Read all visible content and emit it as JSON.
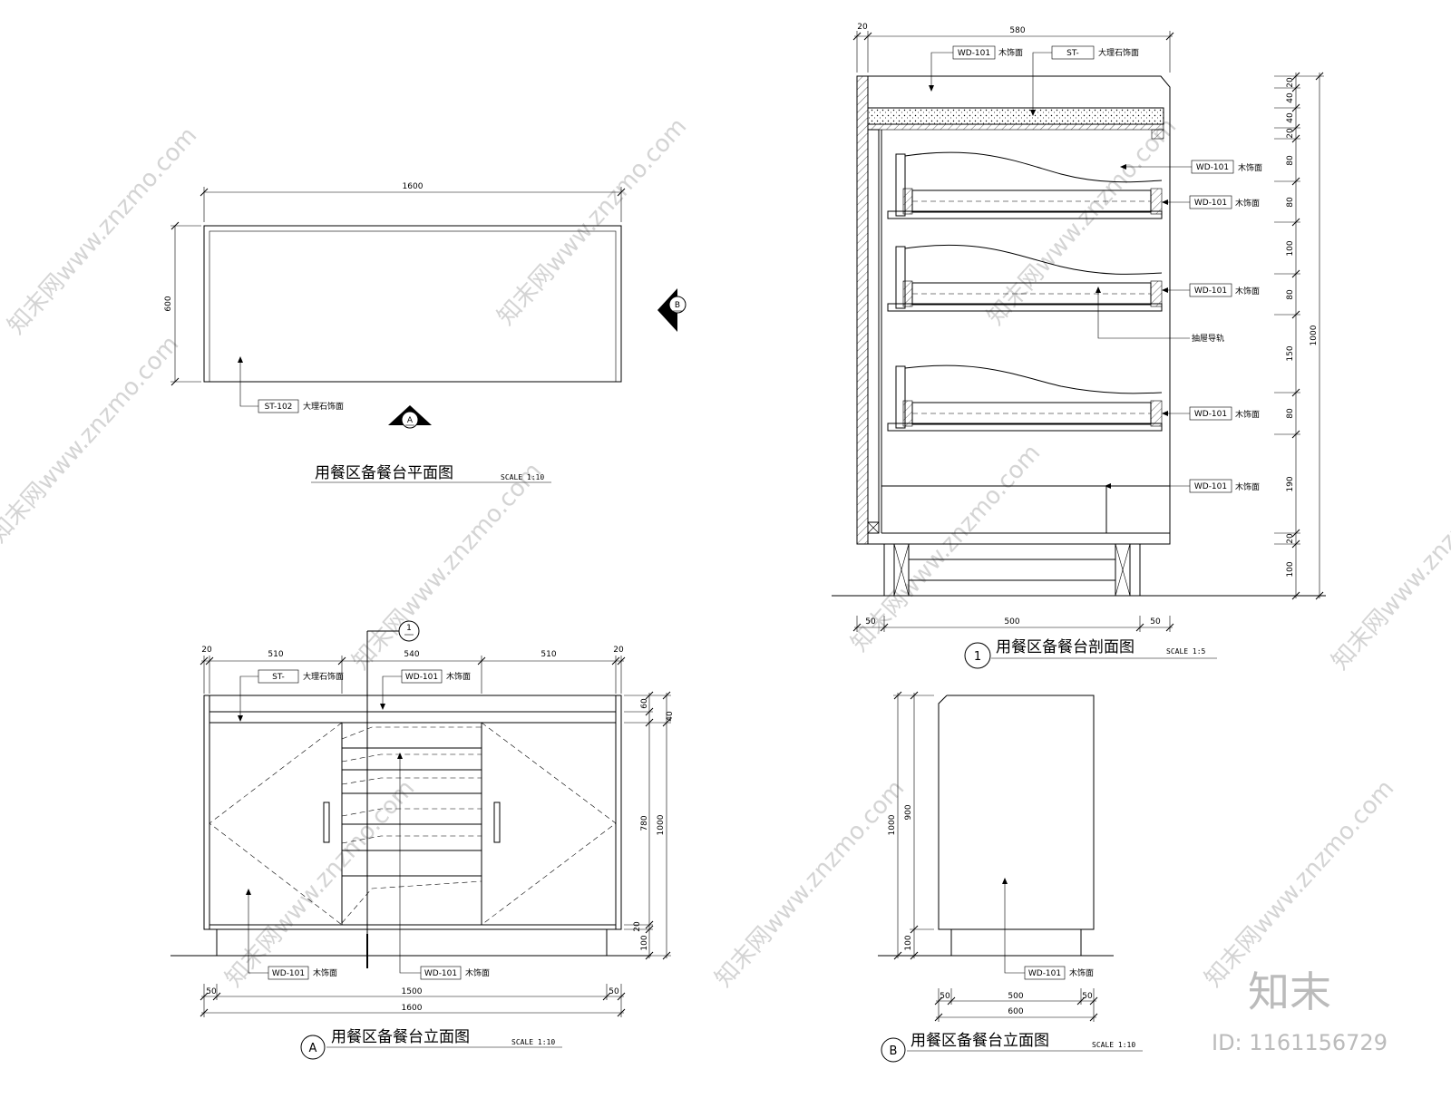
{
  "plan": {
    "title": "用餐区备餐台平面图",
    "scale": "SCALE 1:10",
    "dim_width": "1600",
    "dim_depth": "600",
    "tag_code": "ST-102",
    "tag_text": "大理石饰面",
    "marker_a": "A",
    "marker_b": "B"
  },
  "elevation_a": {
    "title": "用餐区备餐台立面图",
    "scale": "SCALE 1:10",
    "circle": "A",
    "section_mark": "1",
    "top_dims": [
      "20",
      "510",
      "540",
      "510",
      "20"
    ],
    "bottom_dims": [
      "50",
      "1500",
      "50"
    ],
    "total_width": "1600",
    "right_dims": [
      "60",
      "780",
      "20",
      "100"
    ],
    "right_outer": [
      "40",
      "1000"
    ],
    "tags": [
      {
        "code": "ST-",
        "text": "大理石饰面"
      },
      {
        "code": "WD-101",
        "text": "木饰面"
      },
      {
        "code": "WD-101",
        "text": "木饰面"
      },
      {
        "code": "WD-101",
        "text": "木饰面"
      }
    ]
  },
  "section": {
    "title": "用餐区备餐台剖面图",
    "scale": "SCALE 1:5",
    "circle": "1",
    "top_dims": [
      "20",
      "580"
    ],
    "top_tags": [
      {
        "code": "WD-101",
        "text": "木饰面"
      },
      {
        "code": "ST-",
        "text": "大理石饰面"
      }
    ],
    "right_tags": [
      {
        "code": "WD-101",
        "text": "木饰面"
      },
      {
        "code": "WD-101",
        "text": "木饰面"
      },
      {
        "code": "WD-101",
        "text": "木饰面"
      },
      {
        "code": "WD-101",
        "text": "木饰面"
      },
      {
        "code": "WD-101",
        "text": "木饰面"
      }
    ],
    "rail_note": "抽屉导轨",
    "right_dims": [
      "20",
      "40",
      "40",
      "20",
      "80",
      "80",
      "100",
      "80",
      "150",
      "80",
      "190",
      "20",
      "100"
    ],
    "total_height": "1000",
    "bottom_dims": [
      "50",
      "500",
      "50"
    ]
  },
  "elevation_b": {
    "title": "用餐区备餐台立面图",
    "scale": "SCALE 1:10",
    "circle": "B",
    "left_dims": [
      "1000",
      "900",
      "100"
    ],
    "bottom_dims": [
      "50",
      "500",
      "50"
    ],
    "total_width": "600",
    "tag": {
      "code": "WD-101",
      "text": "木饰面"
    }
  },
  "watermark": {
    "text": "知末网www.znzmo.com",
    "logo": "知末",
    "id": "ID: 1161156729"
  }
}
